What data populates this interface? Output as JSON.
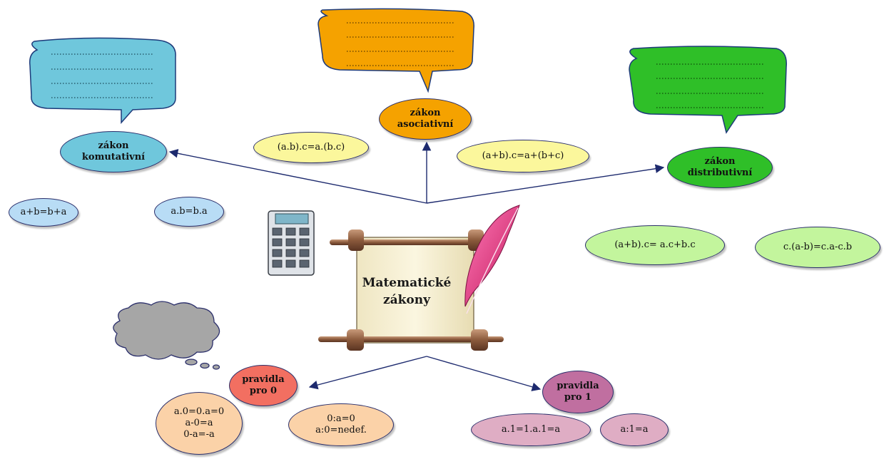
{
  "center": {
    "title": "Matematické\nzákony"
  },
  "laws": {
    "komutativni": {
      "label": "zákon\nkomutativní",
      "color": "#6fc7dc",
      "examples": [
        "a+b=b+a",
        "a.b=b.a"
      ],
      "example_color": "#b8dcf5",
      "bubble_color": "#6fc7dc"
    },
    "asociativni": {
      "label": "zákon\nasociativní",
      "color": "#f5a200",
      "examples": [
        "(a.b).c=a.(b.c)",
        "(a+b).c=a+(b+c)"
      ],
      "example_color": "#fbf79c",
      "bubble_color": "#f5a200"
    },
    "distributivni": {
      "label": "zákon\ndistributivní",
      "color": "#2fbf28",
      "examples": [
        "(a+b).c= a.c+b.c",
        "c.(a-b)=c.a-c.b"
      ],
      "example_color": "#c3f59d",
      "bubble_color": "#2fbf28"
    }
  },
  "rules": {
    "pro0": {
      "label": "pravidla\npro 0",
      "color": "#f26f61",
      "examples": [
        "a.0=0.a=0\na-0=a\n0-a=-a",
        "0:a=0\na:0=nedef."
      ],
      "example_color": "#fbd2a8"
    },
    "pro1": {
      "label": "pravidla\npro 1",
      "color": "#c06fa0",
      "examples": [
        "a.1=1.a.1=a",
        "a:1=a"
      ],
      "example_color": "#dfadc4"
    }
  },
  "icons": [
    "calculator-icon",
    "scroll-icon",
    "quill-icon",
    "thought-cloud-icon"
  ],
  "colors": {
    "arrow": "#1d2a6e",
    "cloud": "#a6a6a6"
  }
}
